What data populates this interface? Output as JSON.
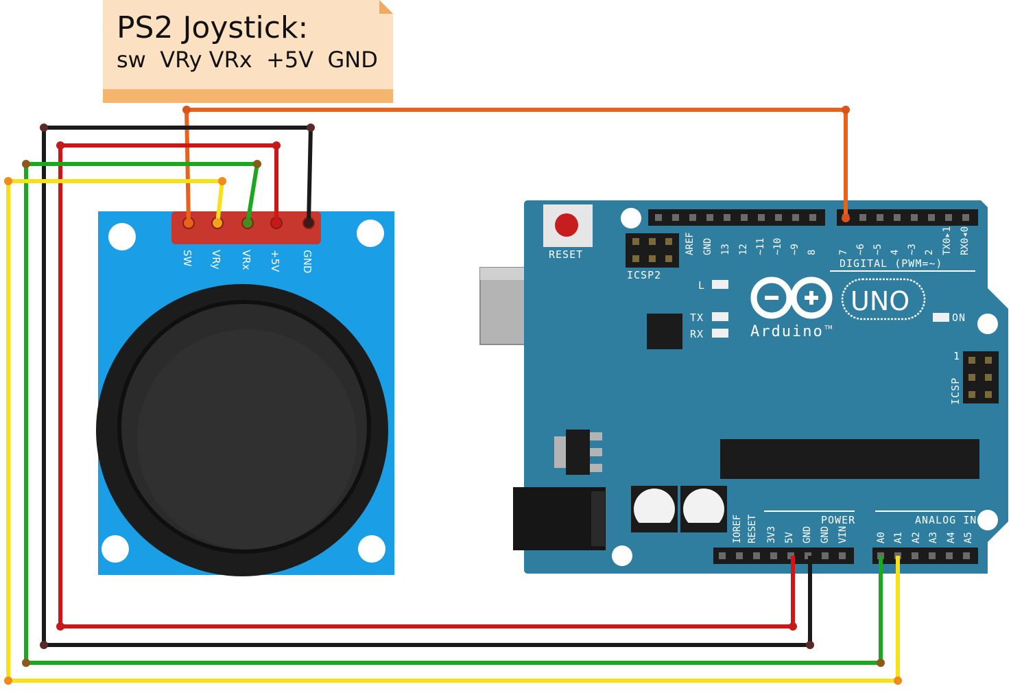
{
  "note": {
    "title": "PS2 Joystick:",
    "pins_line": "sw  VRy VRx  +5V  GND"
  },
  "joystick": {
    "pin_labels": [
      "SW",
      "VRy",
      "VRx",
      "+5V",
      "GND"
    ]
  },
  "arduino": {
    "reset_label": "RESET",
    "icsp2_label": "ICSP2",
    "icsp_label": "ICSP",
    "icsp_pin1": "1",
    "led_l": "L",
    "led_tx": "TX",
    "led_rx": "RX",
    "led_on": "ON",
    "logo_text": "Arduino",
    "tm": "TM",
    "model": "UNO",
    "digital_header": "DIGITAL (PWM=~)",
    "digital_pins": [
      "AREF",
      "GND",
      "13",
      "12",
      "~11",
      "~10",
      "~9",
      "8",
      "7",
      "~6",
      "~5",
      "4",
      "~3",
      "2",
      "TX0▸1",
      "RX0◂0"
    ],
    "power_header": "POWER",
    "power_pins": [
      "IOREF",
      "RESET",
      "3V3",
      "5V",
      "GND",
      "GND",
      "VIN"
    ],
    "analog_header": "ANALOG IN",
    "analog_pins": [
      "A0",
      "A1",
      "A2",
      "A3",
      "A4",
      "A5"
    ]
  },
  "wires": [
    {
      "color": "#e8621a",
      "from": "SW",
      "to": "7"
    },
    {
      "color": "#f7e21a",
      "from": "VRy",
      "to": "A1"
    },
    {
      "color": "#1aa81e",
      "from": "VRx",
      "to": "A0"
    },
    {
      "color": "#d41414",
      "from": "+5V",
      "to": "5V"
    },
    {
      "color": "#1a1a1a",
      "from": "GND",
      "to": "GND"
    }
  ],
  "colors": {
    "board": "#2f7ea0",
    "joystick_pcb": "#1a9ee6",
    "note_bg": "#fbe0c2",
    "note_bar": "#f5b56e"
  }
}
